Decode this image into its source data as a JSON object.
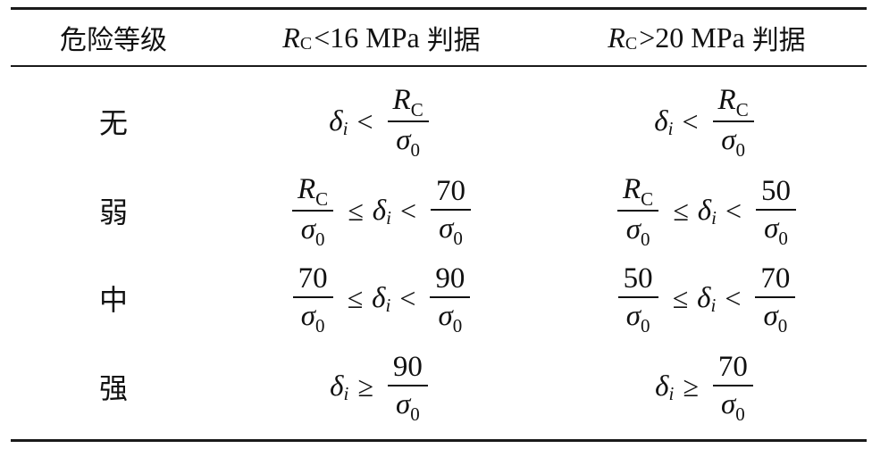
{
  "header": {
    "level_label": "危险等级",
    "col2": {
      "var": "R",
      "sub": "C",
      "relation": "<16 MPa",
      "suffix": "判据"
    },
    "col3": {
      "var": "R",
      "sub": "C",
      "relation": ">20 MPa",
      "suffix": "判据"
    }
  },
  "symbols": {
    "delta": "δ",
    "delta_sub": "i",
    "R": "R",
    "R_sub": "C",
    "sigma": "σ",
    "sigma_sub": "0",
    "lt": "<",
    "le": "≤",
    "ge": "≥"
  },
  "rows": [
    {
      "level": "无"
    },
    {
      "level": "弱"
    },
    {
      "level": "中"
    },
    {
      "level": "强"
    }
  ],
  "thresholds": {
    "col2": {
      "weak_upper": "70",
      "medium_upper": "90",
      "strong_lower": "90"
    },
    "col3": {
      "weak_upper": "50",
      "medium_upper": "70",
      "strong_lower": "70"
    }
  }
}
